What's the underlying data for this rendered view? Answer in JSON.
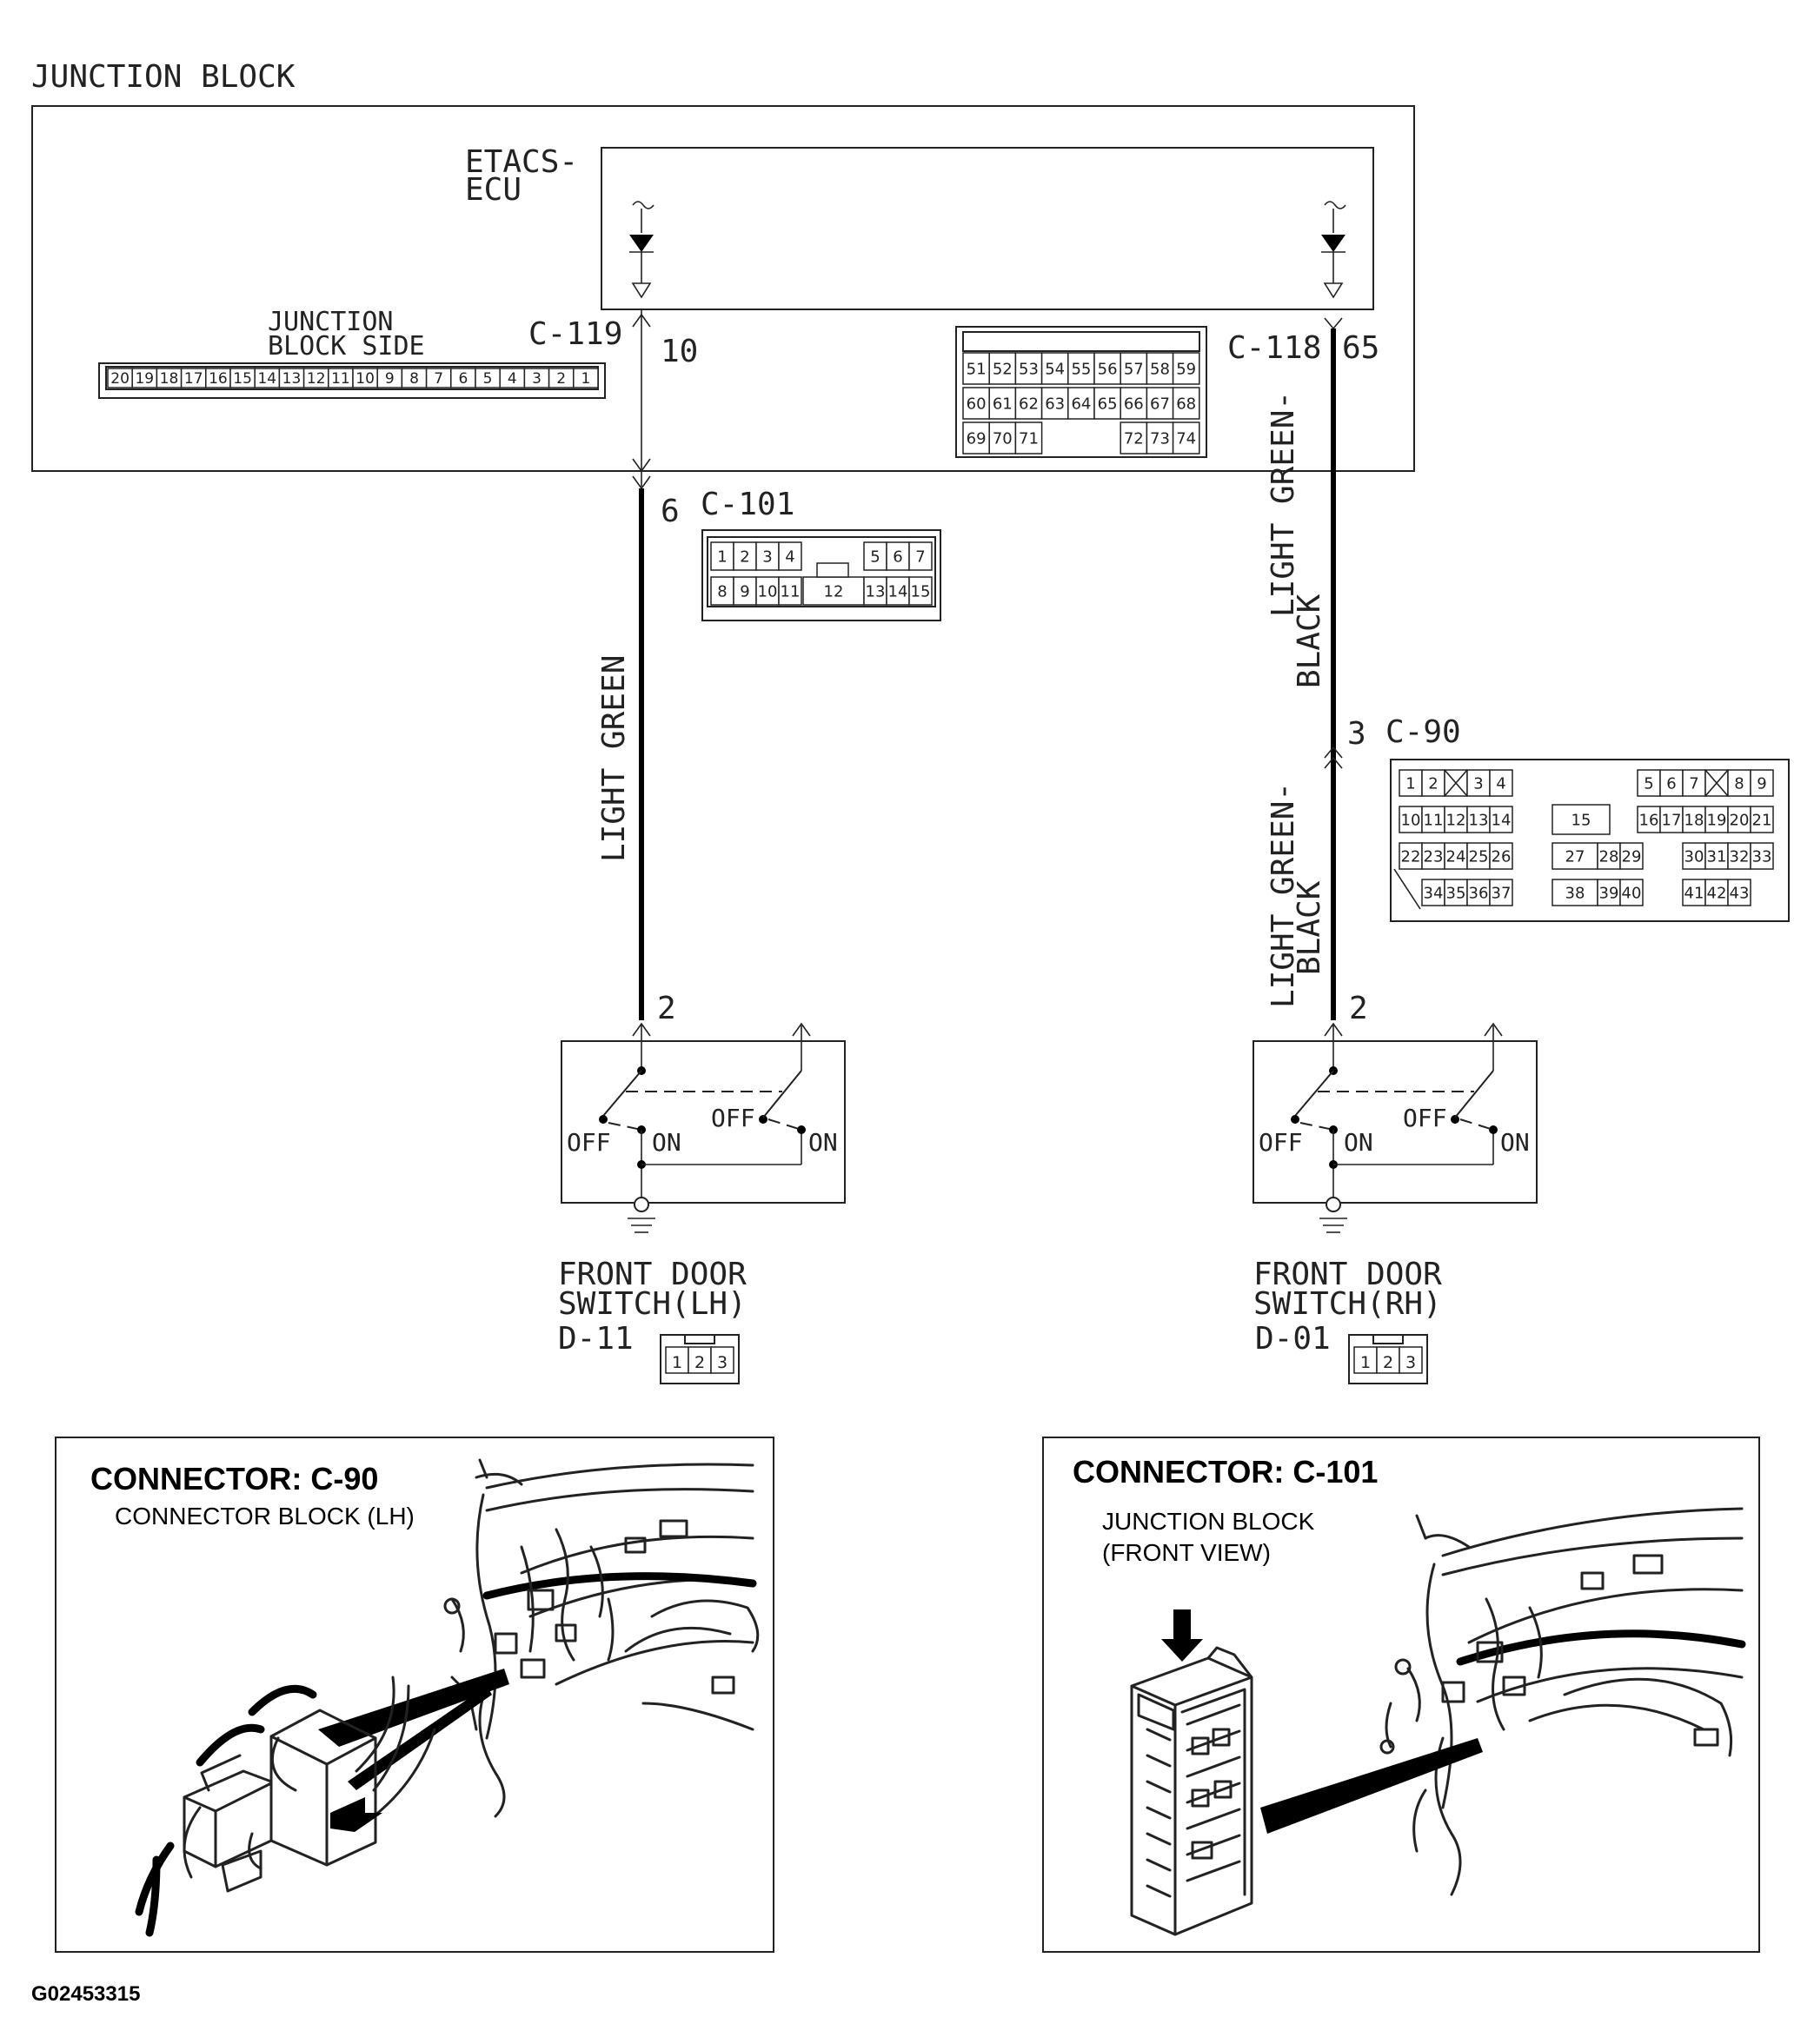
{
  "junction_block": {
    "title": "JUNCTION BLOCK",
    "ecu_label_1": "ETACS-",
    "ecu_label_2": "ECU",
    "side_label_1": "JUNCTION",
    "side_label_2": "BLOCK SIDE",
    "c119": {
      "name": "C-119",
      "pin": "10",
      "cells": [
        "20",
        "19",
        "18",
        "17",
        "16",
        "15",
        "14",
        "13",
        "12",
        "11",
        "10",
        "9",
        "8",
        "7",
        "6",
        "5",
        "4",
        "3",
        "2",
        "1"
      ]
    },
    "c118": {
      "name": "C-118",
      "pin": "65",
      "row1": [
        "51",
        "52",
        "53",
        "54",
        "55",
        "56",
        "57",
        "58",
        "59"
      ],
      "row2": [
        "60",
        "61",
        "62",
        "63",
        "64",
        "65",
        "66",
        "67",
        "68"
      ],
      "row3_left": [
        "69",
        "70",
        "71"
      ],
      "row3_right": [
        "72",
        "73",
        "74"
      ]
    }
  },
  "c101": {
    "name": "C-101",
    "pin": "6",
    "row1_left": [
      "1",
      "2",
      "3",
      "4"
    ],
    "row1_right": [
      "5",
      "6",
      "7"
    ],
    "row2_left": [
      "8",
      "9",
      "10",
      "11"
    ],
    "row2_mid": "12",
    "row2_right": [
      "13",
      "14",
      "15"
    ]
  },
  "c90": {
    "name": "C-90",
    "pin": "3",
    "row1": [
      "1",
      "2",
      "",
      "3",
      "4",
      "5",
      "6",
      "7",
      "",
      "8",
      "9"
    ],
    "row2": [
      "10",
      "11",
      "12",
      "13",
      "14",
      "15",
      "16",
      "17",
      "18",
      "19",
      "20",
      "21"
    ],
    "row3": [
      "22",
      "23",
      "24",
      "25",
      "26",
      "27",
      "28",
      "29",
      "30",
      "31",
      "32",
      "33"
    ],
    "row4": [
      "34",
      "35",
      "36",
      "37",
      "38",
      "39",
      "40",
      "41",
      "42",
      "43"
    ]
  },
  "wires": {
    "left_color": "LIGHT GREEN",
    "right_upper_1": "LIGHT GREEN-",
    "right_upper_2": "BLACK",
    "right_lower_1": "LIGHT GREEN-",
    "right_lower_2": "BLACK"
  },
  "switch_lh": {
    "pin": "2",
    "off_1": "OFF",
    "on_1": "ON",
    "off_2": "OFF",
    "on_2": "ON",
    "label_1": "FRONT DOOR",
    "label_2": "SWITCH(LH)",
    "code": "D-11",
    "pins": [
      "1",
      "2",
      "3"
    ]
  },
  "switch_rh": {
    "pin": "2",
    "off_1": "OFF",
    "on_1": "ON",
    "off_2": "OFF",
    "on_2": "ON",
    "label_1": "FRONT DOOR",
    "label_2": "SWITCH(RH)",
    "code": "D-01",
    "pins": [
      "1",
      "2",
      "3"
    ]
  },
  "panel_left": {
    "title": "CONNECTOR: C-90",
    "subtitle": "CONNECTOR BLOCK (LH)"
  },
  "panel_right": {
    "title": "CONNECTOR: C-101",
    "subtitle_1": "JUNCTION BLOCK",
    "subtitle_2": "(FRONT VIEW)"
  },
  "figure_id": "G02453315"
}
